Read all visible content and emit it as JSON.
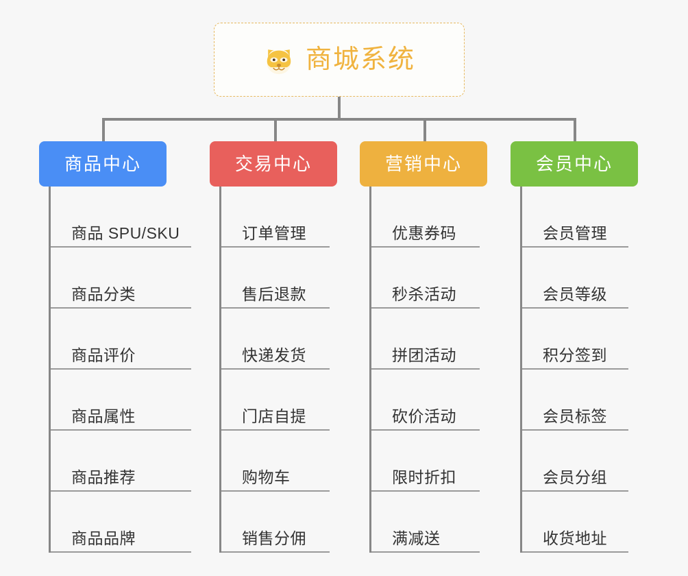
{
  "diagram": {
    "type": "mind-map",
    "background_color": "#f7f7f7",
    "root": {
      "title": "商城系统",
      "icon": "dog-face-emoji",
      "text_color": "#f0b33f",
      "border_color": "#e7b95f"
    },
    "connector_color": "#878787",
    "branches": [
      {
        "label": "商品中心",
        "color": "#4a8ef5",
        "items": [
          "商品 SPU/SKU",
          "商品分类",
          "商品评价",
          "商品属性",
          "商品推荐",
          "商品品牌"
        ]
      },
      {
        "label": "交易中心",
        "color": "#e8605c",
        "items": [
          "订单管理",
          "售后退款",
          "快递发货",
          "门店自提",
          "购物车",
          "销售分佣"
        ]
      },
      {
        "label": "营销中心",
        "color": "#eeb13f",
        "items": [
          "优惠券码",
          "秒杀活动",
          "拼团活动",
          "砍价活动",
          "限时折扣",
          "满减送"
        ]
      },
      {
        "label": "会员中心",
        "color": "#7ac143",
        "items": [
          "会员管理",
          "会员等级",
          "积分签到",
          "会员标签",
          "会员分组",
          "收货地址"
        ]
      }
    ]
  }
}
